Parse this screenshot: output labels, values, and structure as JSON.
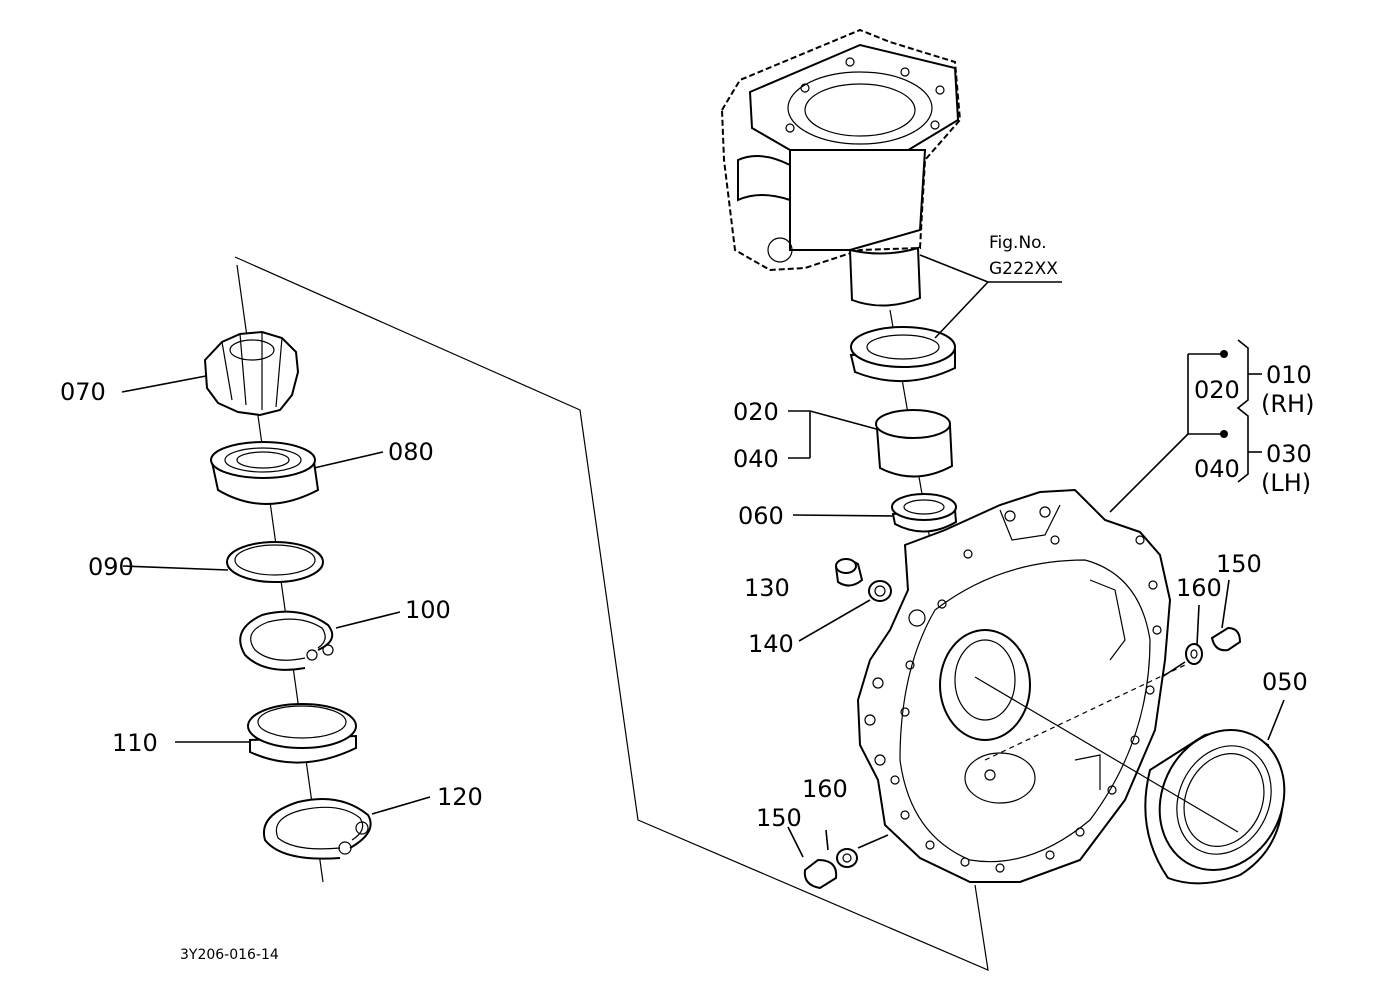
{
  "figure": {
    "code": "3Y206-016-14",
    "ref_fig": {
      "line1": "Fig.No.",
      "line2": "G222XX"
    }
  },
  "callouts": {
    "p070": "070",
    "p080": "080",
    "p090": "090",
    "p100": "100",
    "p110": "110",
    "p120": "120",
    "p020": "020",
    "p040": "040",
    "p060": "060",
    "p130": "130",
    "p140": "140",
    "p150a": "150",
    "p160a": "160",
    "p150b": "150",
    "p160b": "160",
    "p050": "050"
  },
  "legend": {
    "rh_code": "010",
    "rh_label": "(RH)",
    "lh_code": "030",
    "lh_label": "(LH)",
    "sub1": "020",
    "sub2": "040"
  }
}
